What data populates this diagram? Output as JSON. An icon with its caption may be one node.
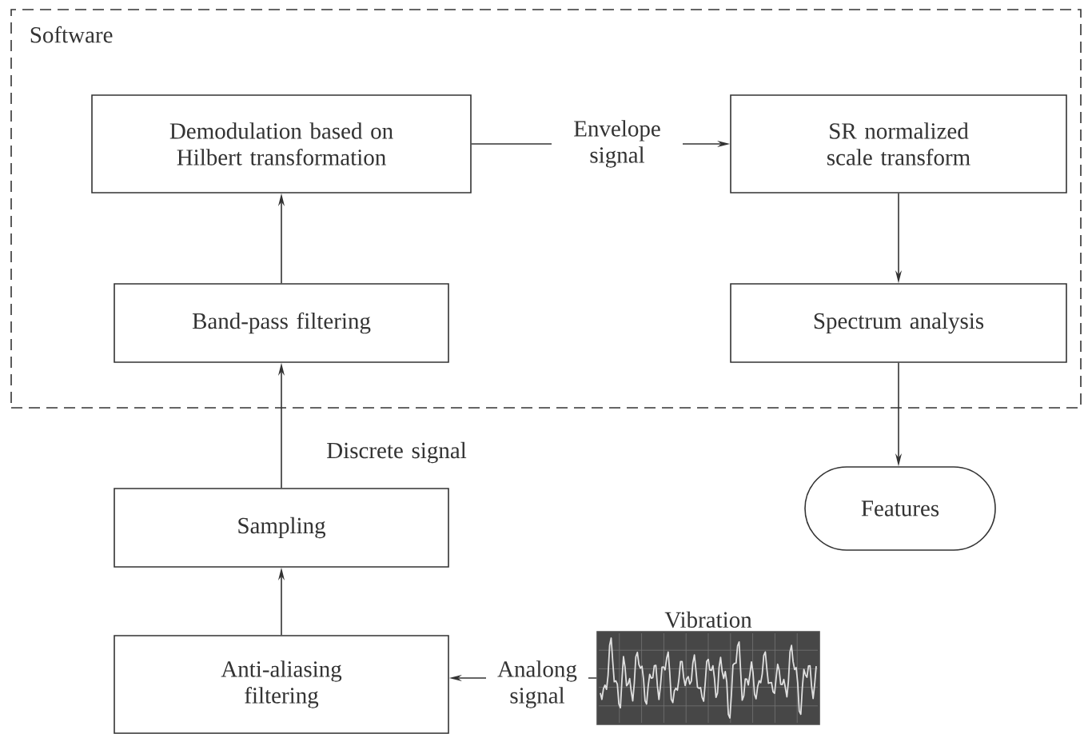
{
  "diagram": {
    "nodes": [
      {
        "text": [
          "Software"
        ]
      },
      {
        "text": [
          "Demodulation based on Hilbert transformation"
        ],
        "in": 0
      },
      {
        "text": [
          "SR normalized scale transform"
        ],
        "in": 0
      },
      {
        "text": [
          "Band-pass filtering"
        ],
        "in": 0
      },
      {
        "text": [
          "Spectrum analysis"
        ],
        "in": 0
      },
      {
        "text": [
          "Sampling"
        ]
      },
      {
        "text": [
          "Features"
        ]
      },
      {
        "text": [
          "Anti-aliasing filtering"
        ]
      },
      {
        "text": [
          "Vibration"
        ]
      }
    ],
    "edges": [
      {
        "from": 8,
        "to": 7,
        "arrow": "to",
        "label": "Analong signal"
      },
      {
        "from": 7,
        "to": 5,
        "arrow": "to"
      },
      {
        "from": 5,
        "to": 3,
        "arrow": "to",
        "label": "Discrete signal"
      },
      {
        "from": 3,
        "to": 1,
        "arrow": "to"
      },
      {
        "from": 1,
        "to": 2,
        "arrow": "to",
        "label": "Envelope signal"
      },
      {
        "from": 2,
        "to": 4,
        "arrow": "to"
      },
      {
        "from": 4,
        "to": 6,
        "arrow": "to"
      }
    ]
  }
}
